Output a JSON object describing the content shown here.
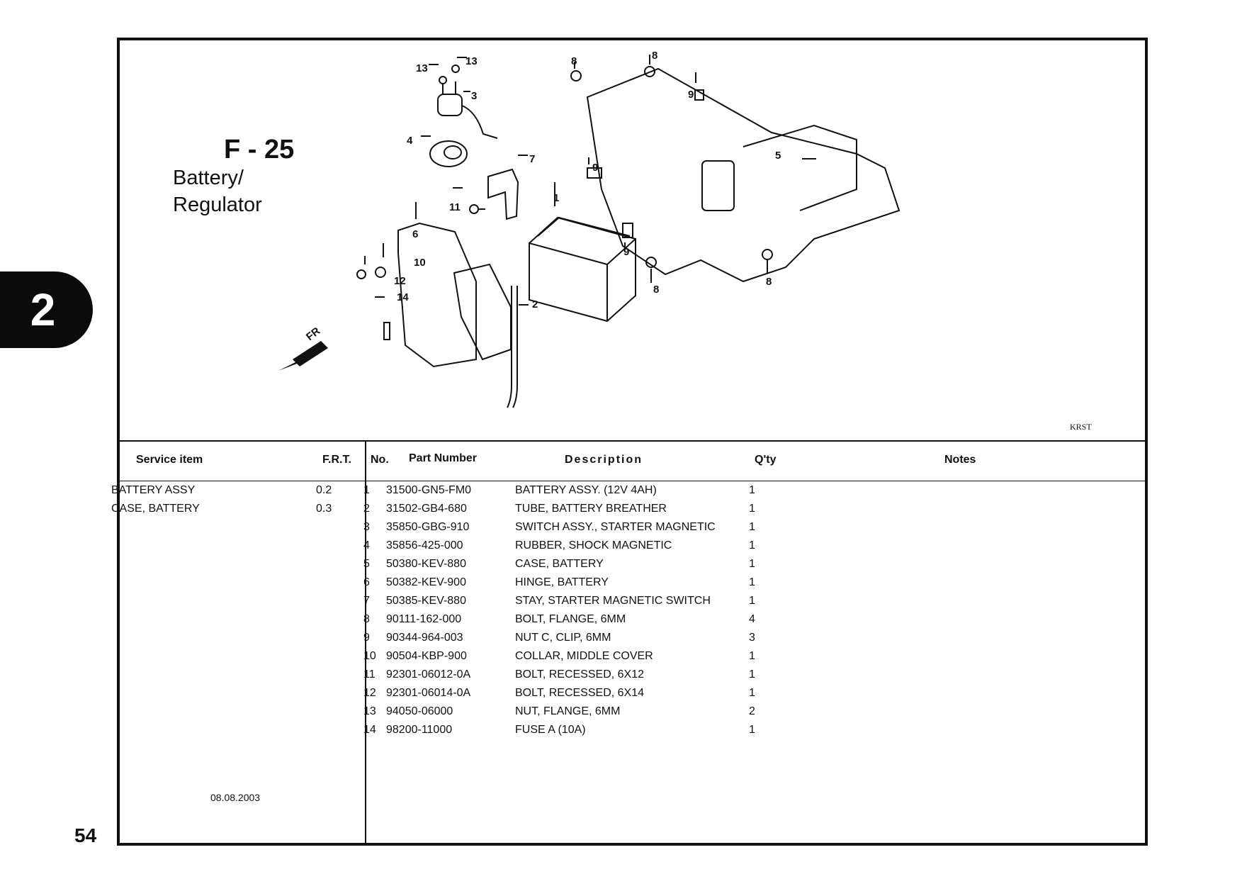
{
  "section_tab": "2",
  "page_number": "54",
  "date": "08.08.2003",
  "figure": {
    "code": "F - 25",
    "title_line1": "Battery/",
    "title_line2": "Regulator",
    "model_code": "KRST",
    "direction_label": "FR"
  },
  "callouts": [
    "13",
    "13",
    "3",
    "4",
    "7",
    "11",
    "6",
    "10",
    "12",
    "14",
    "2",
    "1",
    "8",
    "8",
    "9",
    "9",
    "5",
    "9",
    "8",
    "8"
  ],
  "service_table": {
    "headers": {
      "item": "Service item",
      "frt": "F.R.T."
    },
    "rows": [
      {
        "item": "BATTERY ASSY",
        "frt": "0.2"
      },
      {
        "item": "CASE, BATTERY",
        "frt": "0.3"
      }
    ]
  },
  "parts_table": {
    "headers": {
      "no": "No.",
      "part_number": "Part Number",
      "description": "Description",
      "qty": "Q'ty",
      "notes": "Notes"
    },
    "rows": [
      {
        "no": "1",
        "part_number": "31500-GN5-FM0",
        "description": "BATTERY ASSY. (12V 4AH)",
        "qty": "1"
      },
      {
        "no": "2",
        "part_number": "31502-GB4-680",
        "description": "TUBE, BATTERY BREATHER",
        "qty": "1"
      },
      {
        "no": "3",
        "part_number": "35850-GBG-910",
        "description": "SWITCH ASSY., STARTER MAGNETIC",
        "qty": "1"
      },
      {
        "no": "4",
        "part_number": "35856-425-000",
        "description": "RUBBER, SHOCK MAGNETIC",
        "qty": "1"
      },
      {
        "no": "5",
        "part_number": "50380-KEV-880",
        "description": "CASE, BATTERY",
        "qty": "1"
      },
      {
        "no": "6",
        "part_number": "50382-KEV-900",
        "description": "HINGE, BATTERY",
        "qty": "1"
      },
      {
        "no": "7",
        "part_number": "50385-KEV-880",
        "description": "STAY, STARTER MAGNETIC SWITCH",
        "qty": "1"
      },
      {
        "no": "8",
        "part_number": "90111-162-000",
        "description": "BOLT, FLANGE, 6MM",
        "qty": "4"
      },
      {
        "no": "9",
        "part_number": "90344-964-003",
        "description": "NUT C, CLIP, 6MM",
        "qty": "3"
      },
      {
        "no": "10",
        "part_number": "90504-KBP-900",
        "description": "COLLAR, MIDDLE COVER",
        "qty": "1"
      },
      {
        "no": "11",
        "part_number": "92301-06012-0A",
        "description": "BOLT, RECESSED, 6X12",
        "qty": "1"
      },
      {
        "no": "12",
        "part_number": "92301-06014-0A",
        "description": "BOLT, RECESSED, 6X14",
        "qty": "1"
      },
      {
        "no": "13",
        "part_number": "94050-06000",
        "description": "NUT, FLANGE, 6MM",
        "qty": "2"
      },
      {
        "no": "14",
        "part_number": "98200-11000",
        "description": "FUSE A (10A)",
        "qty": "1"
      }
    ]
  }
}
